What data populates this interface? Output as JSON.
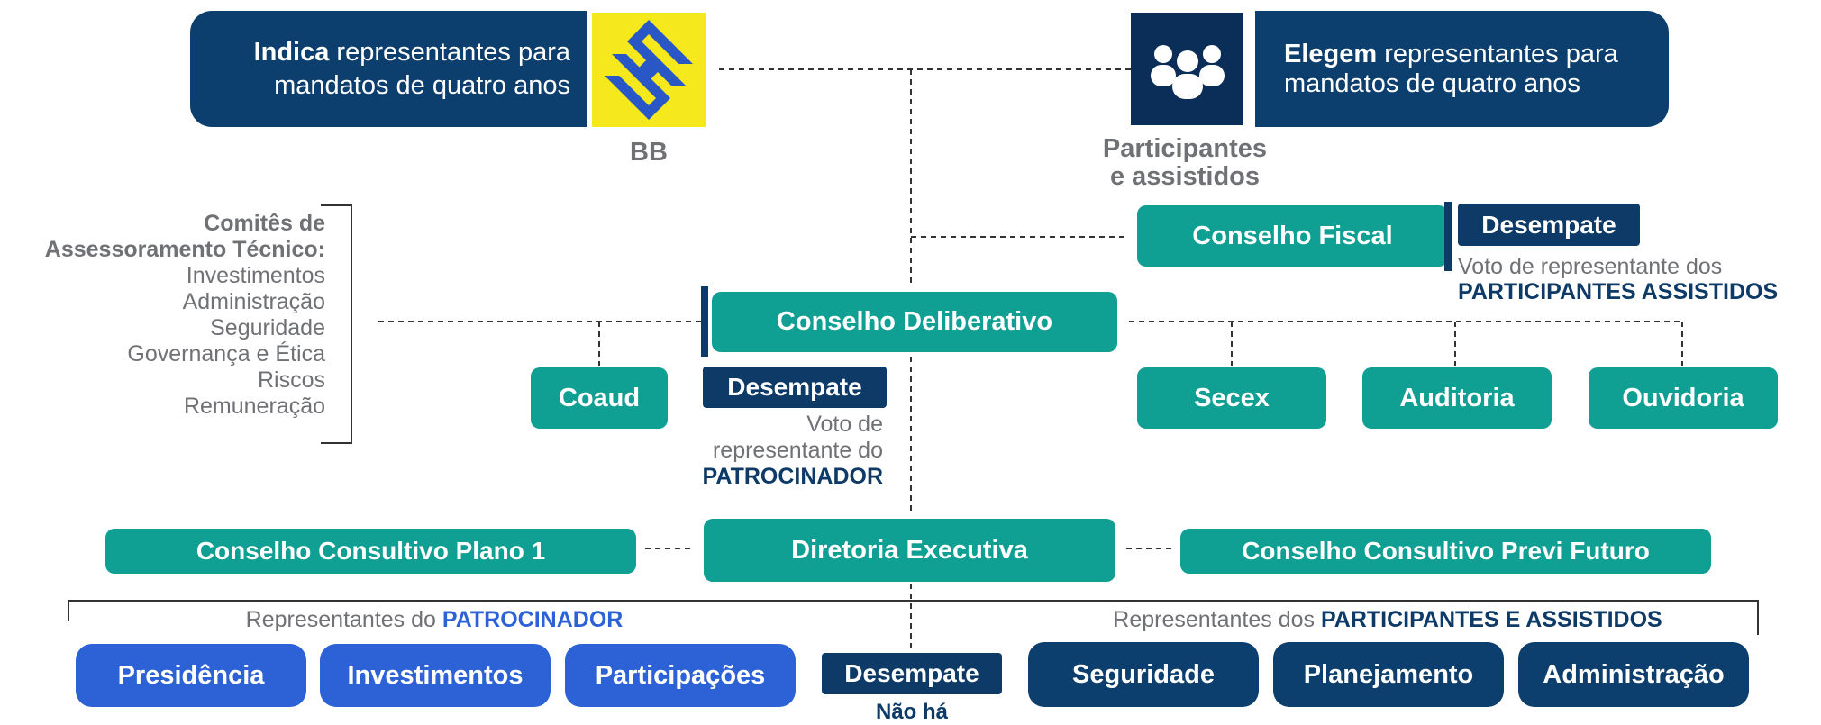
{
  "top": {
    "bb": {
      "text_bold": "Indica",
      "text_rest": " representantes para mandatos de quatro anos",
      "label": "BB"
    },
    "participants": {
      "text_bold": "Elegem",
      "text_rest": " representantes para mandatos de quatro anos",
      "label_line1": "Participantes",
      "label_line2": "e assistidos"
    }
  },
  "committees": {
    "title_line1": "Comitês de",
    "title_line2": "Assessoramento Técnico:",
    "items": [
      "Investimentos",
      "Administração",
      "Seguridade",
      "Governança e Ética",
      "Riscos",
      "Remuneração"
    ]
  },
  "fiscal": {
    "label": "Conselho Fiscal",
    "tie_label": "Desempate",
    "tie_text_line1": "Voto de representante dos",
    "tie_text_line2": "PARTICIPANTES ASSISTIDOS"
  },
  "deliberativo": {
    "label": "Conselho Deliberativo",
    "tie_label": "Desempate",
    "tie_text_line1": "Voto de",
    "tie_text_line2": "representante do",
    "tie_text_line3": "PATROCINADOR"
  },
  "units": {
    "coaud": "Coaud",
    "secex": "Secex",
    "auditoria": "Auditoria",
    "ouvidoria": "Ouvidoria"
  },
  "executive": {
    "left_council": "Conselho Consultivo Plano 1",
    "center": "Diretoria Executiva",
    "right_council": "Conselho Consultivo Previ Futuro"
  },
  "bottom": {
    "left_prefix": "Representantes do ",
    "left_bold": "PATROCINADOR",
    "right_prefix": "Representantes dos ",
    "right_bold": "PARTICIPANTES E ASSISTIDOS",
    "left_boxes": [
      "Presidência",
      "Investimentos",
      "Participações"
    ],
    "right_boxes": [
      "Seguridade",
      "Planejamento",
      "Administração"
    ],
    "tie_label": "Desempate",
    "tie_text": "Não há"
  },
  "colors": {
    "teal": "#0f9f93",
    "navy": "#0d3f6e",
    "royal": "#2d62d6",
    "bb_yellow": "#f5e81c",
    "bb_blue": "#2957c5"
  },
  "icons": {
    "bb_logo": "banco-do-brasil-logo",
    "people": "people-group-icon"
  }
}
